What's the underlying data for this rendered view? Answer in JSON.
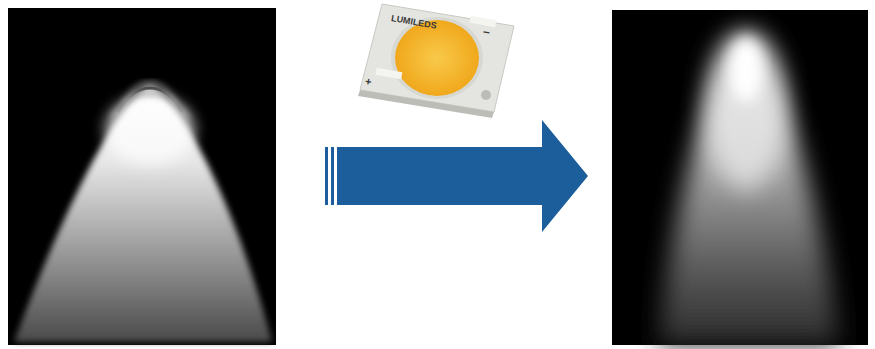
{
  "diagram": {
    "labels": [
      "LUMILEDS",
      "+",
      "−"
    ]
  }
}
